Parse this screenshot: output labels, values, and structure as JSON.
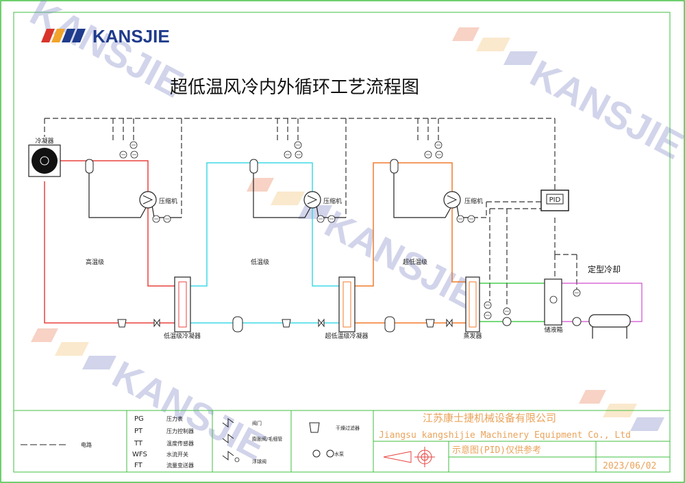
{
  "brand": {
    "name": "KANSJIE",
    "watermark": "KANSJIE"
  },
  "title": "超低温风冷内外循环工艺流程图",
  "equipment": {
    "condenser": "冷凝器",
    "compressor_label": "压缩机",
    "low_temp_condenser": "低温级冷凝器",
    "ultra_low_condenser": "超低温级冷凝器",
    "evaporator": "蒸发器",
    "tank": "储液箱",
    "shaping_cooling": "定型冷却",
    "controller": "PID"
  },
  "stages": {
    "high": "高温级",
    "low": "低温级",
    "ultra": "超低温级"
  },
  "legend": {
    "circuit_label": "电路",
    "abbreviations": [
      {
        "code": "PG",
        "desc": "压力表"
      },
      {
        "code": "PT",
        "desc": "压力控制器"
      },
      {
        "code": "TT",
        "desc": "温度传感器"
      },
      {
        "code": "WFS",
        "desc": "水流开关"
      },
      {
        "code": "FT",
        "desc": "流量变送器"
      }
    ],
    "valve": "阀门",
    "expansion_valve": "膨胀阀/毛细管",
    "float_valve": "浮球阀",
    "dry_filter": "干燥过滤器",
    "pump": "水泵"
  },
  "company": {
    "cn": "江苏康士捷机械设备有限公司",
    "en": "Jiangsu kangshijie Machinery Equipment Co., Ltd",
    "note": "示意图(PID)仅供参考",
    "date": "2023/06/02"
  },
  "colors": {
    "high_loop": "#e8413c",
    "low_loop": "#3ed9e6",
    "ultra_loop": "#f07a2a",
    "cooling_water": "#23c22b",
    "external_loop": "#d04bd0",
    "frame": "#3fbf3f",
    "brand": "#1f3b8c"
  }
}
